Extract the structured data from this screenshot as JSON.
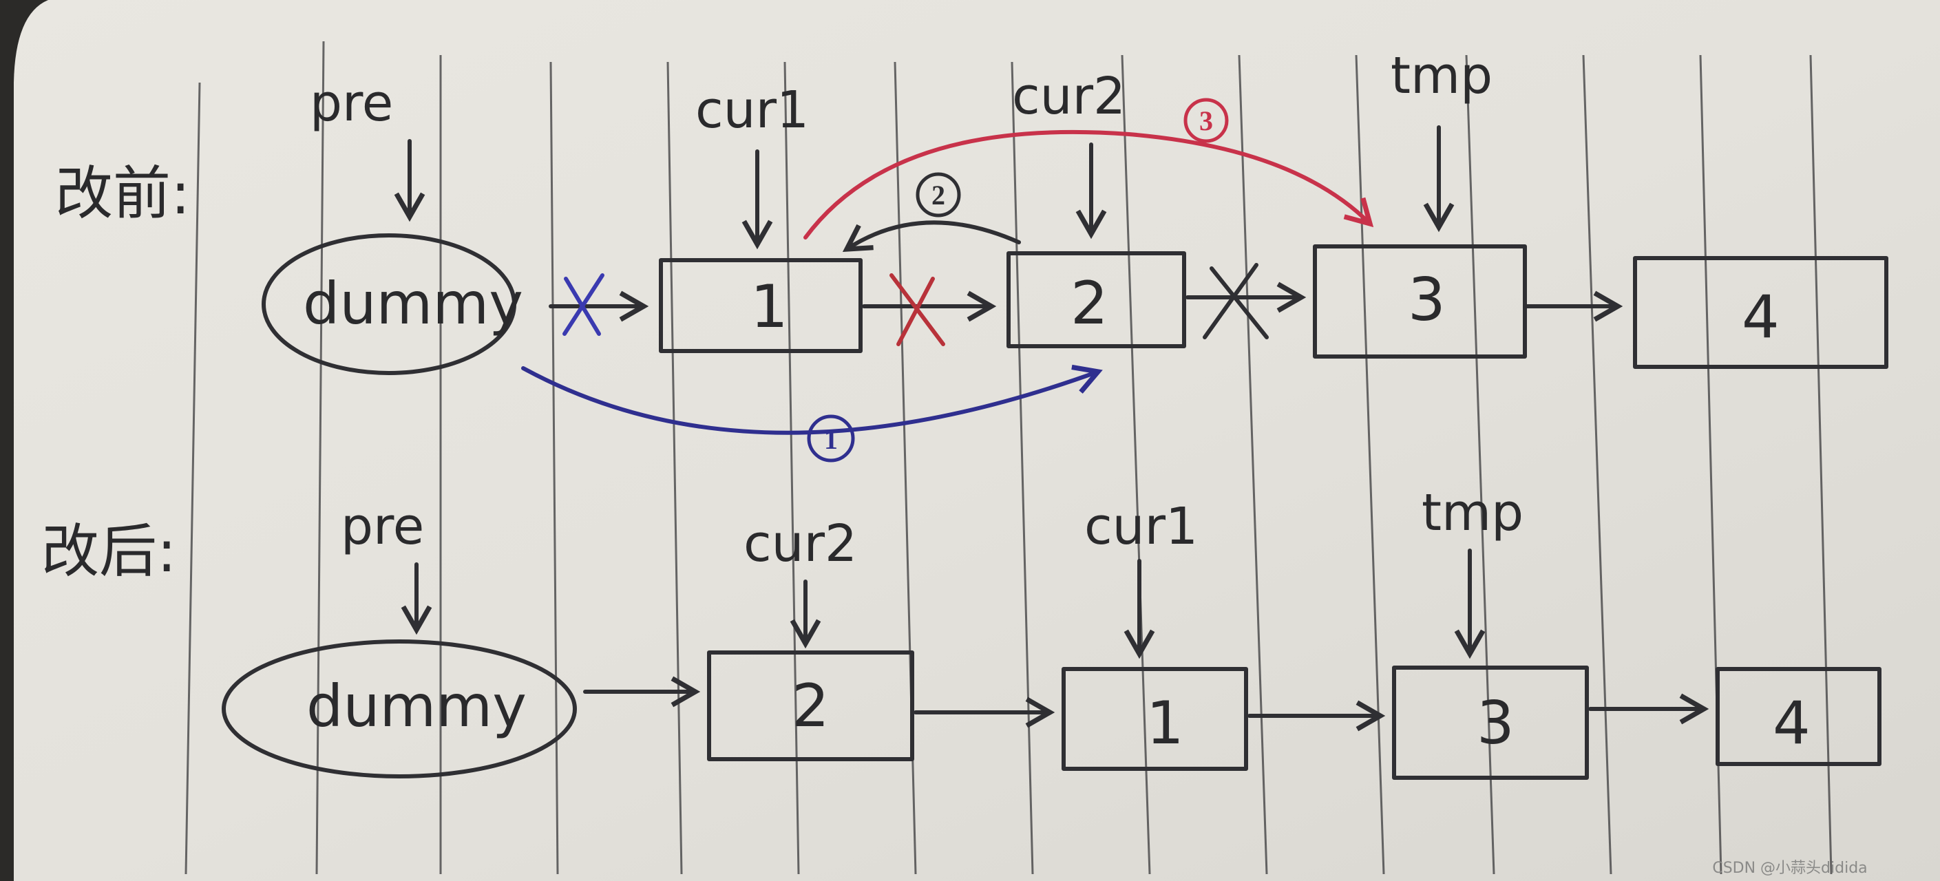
{
  "labels": {
    "before": "改前:",
    "after": "改后:"
  },
  "before": {
    "pointers": {
      "pre": "pre",
      "cur1": "cur1",
      "cur2": "cur2",
      "tmp": "tmp"
    },
    "nodes": {
      "dummy": "dummy",
      "n1": "1",
      "n2": "2",
      "n3": "3",
      "n4": "4"
    },
    "steps": {
      "s1": "1",
      "s2": "2",
      "s3": "3"
    },
    "colors": {
      "step1": "#2f2f8f",
      "step2": "#2f2f33",
      "step3": "#c8324a",
      "cross_blue": "#3a3ab0",
      "cross_red": "#b8323a"
    }
  },
  "after": {
    "pointers": {
      "pre": "pre",
      "cur2": "cur2",
      "cur1": "cur1",
      "tmp": "tmp"
    },
    "nodes": {
      "dummy": "dummy",
      "n1": "2",
      "n2": "1",
      "n3": "3",
      "n4": "4"
    }
  },
  "watermark": "CSDN @小蒜头didida"
}
